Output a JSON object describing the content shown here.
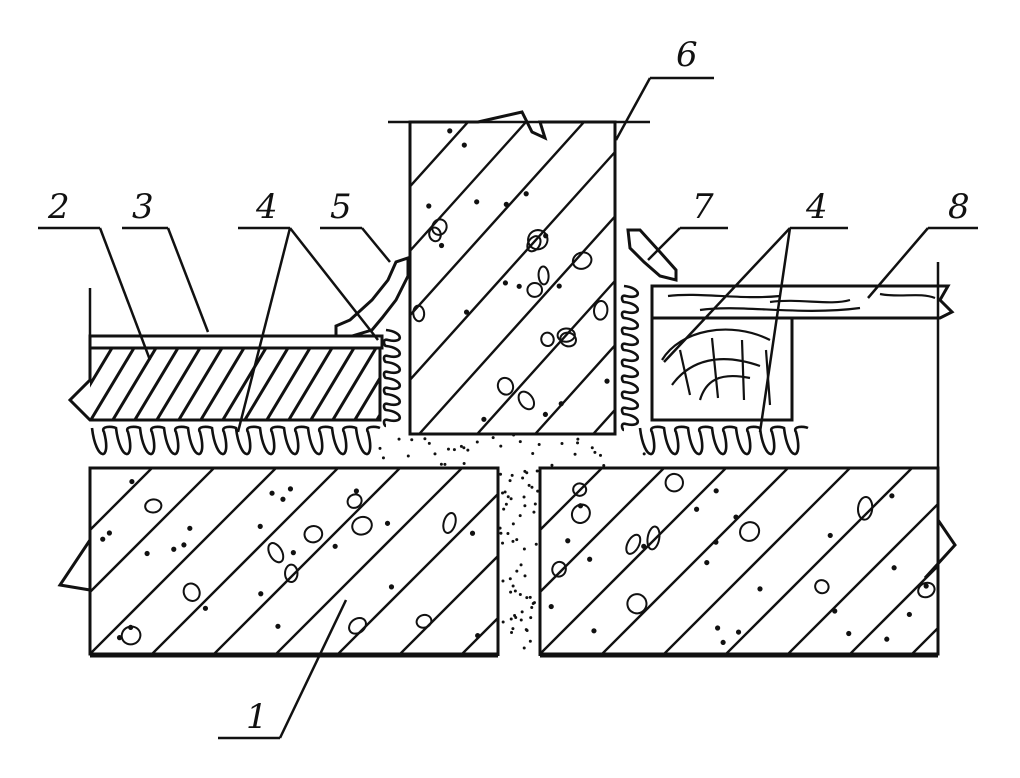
{
  "callouts": [
    {
      "id": "1",
      "text": "1"
    },
    {
      "id": "2",
      "text": "2"
    },
    {
      "id": "3",
      "text": "3"
    },
    {
      "id": "4a",
      "text": "4"
    },
    {
      "id": "5",
      "text": "5"
    },
    {
      "id": "6",
      "text": "6"
    },
    {
      "id": "7",
      "text": "7"
    },
    {
      "id": "4b",
      "text": "4"
    },
    {
      "id": "8",
      "text": "8"
    }
  ],
  "colors": {
    "ink": "#111111",
    "paper": "#ffffff",
    "mortar": "#111111"
  }
}
